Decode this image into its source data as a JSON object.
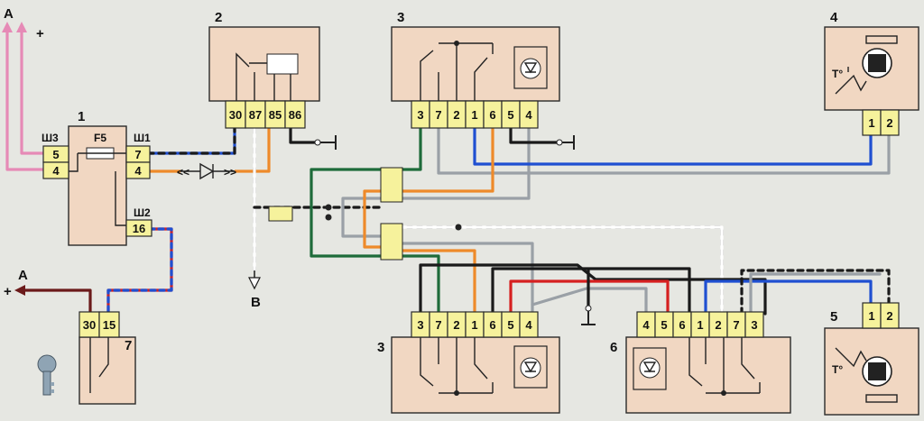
{
  "component_numbers": {
    "n1": "1",
    "n2": "2",
    "n3a": "3",
    "n3b": "3",
    "n4": "4",
    "n5": "5",
    "n6": "6",
    "n7": "7"
  },
  "connector_labels": {
    "sh1": "Ш1",
    "sh2": "Ш2",
    "sh3": "Ш3",
    "fuse": "F5"
  },
  "terminals": {
    "block1_sh3": [
      "5",
      "4"
    ],
    "block1_sh1": [
      "7",
      "4"
    ],
    "block1_sh2": [
      "16"
    ],
    "relay2": [
      "30",
      "87",
      "85",
      "86"
    ],
    "switch3_top": [
      "3",
      "7",
      "2",
      "1",
      "6",
      "5",
      "4"
    ],
    "switch3_bottom": [
      "3",
      "7",
      "2",
      "1",
      "6",
      "5",
      "4"
    ],
    "motor4": [
      "1",
      "2"
    ],
    "motor5": [
      "1",
      "2"
    ],
    "switch6": [
      "4",
      "5",
      "6",
      "1",
      "2",
      "7",
      "3"
    ],
    "ignition7": [
      "30",
      "15"
    ]
  },
  "external_labels": {
    "a_top": "A",
    "plus_top": "+",
    "a_left": "A",
    "plus_left": "+",
    "b": "B"
  },
  "colors": {
    "background": "#e6e7e2",
    "component_fill": "#f1d7c2",
    "terminal_fill": "#f6f29c",
    "pink": "#e68ab6",
    "blue": "#1f4fd1",
    "orange": "#ee8a2a",
    "green": "#1e6b3a",
    "gray": "#9aa0a6",
    "black": "#1a1a1a",
    "red": "#d62020",
    "brown": "#6b1a1a"
  }
}
